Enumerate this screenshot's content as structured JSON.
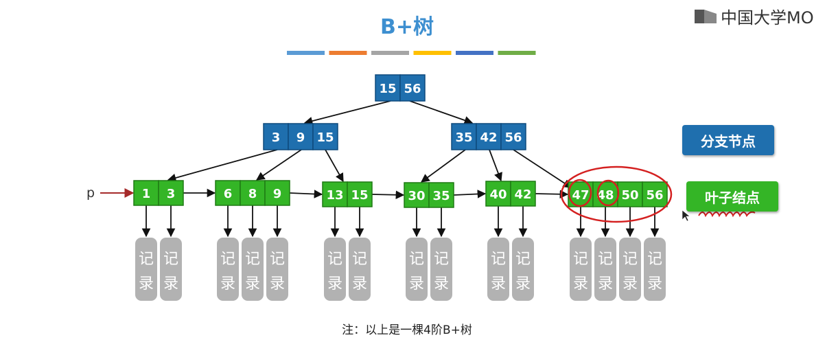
{
  "title": "B+树",
  "watermark": "中国大学MOC",
  "colors": {
    "internal_fill": "#1f6fae",
    "internal_stroke": "#0e4a7d",
    "leaf_fill": "#34b526",
    "leaf_stroke": "#1e7a14",
    "record_fill": "#b2b2b2",
    "annotation_red": "#d42020",
    "pointer_red": "#a52a2a",
    "title_blue": "#3d8fd0"
  },
  "legend_bar_colors": [
    "#5b9bd5",
    "#ed7d31",
    "#a5a5a5",
    "#ffc000",
    "#4472c4",
    "#70ad47"
  ],
  "tree": {
    "root": {
      "keys": [
        "15",
        "56"
      ]
    },
    "internal": [
      {
        "keys": [
          "3",
          "9",
          "15"
        ]
      },
      {
        "keys": [
          "35",
          "42",
          "56"
        ]
      }
    ],
    "leaves": [
      {
        "keys": [
          "1",
          "3"
        ]
      },
      {
        "keys": [
          "6",
          "8",
          "9"
        ]
      },
      {
        "keys": [
          "13",
          "15"
        ]
      },
      {
        "keys": [
          "30",
          "35"
        ]
      },
      {
        "keys": [
          "40",
          "42"
        ]
      },
      {
        "keys": [
          "47",
          "48",
          "50",
          "56"
        ]
      }
    ]
  },
  "record_label": "记录",
  "pointer_label": "p",
  "branch_node_label": "分支节点",
  "leaf_node_label": "叶子结点",
  "note": "注：以上是一棵4阶B+树"
}
